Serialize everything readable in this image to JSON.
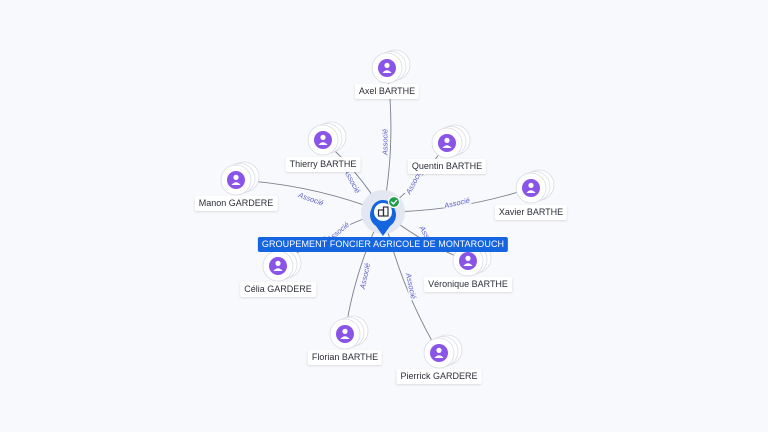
{
  "company": {
    "name": "GROUPEMENT FONCIER AGRICOLE DE MONTAROUCH",
    "icon": "building-icon",
    "status_icon": "check-badge-icon",
    "status_color": "#1e9e4a",
    "accent_color": "#1565e0"
  },
  "relation_label": "Associé",
  "person_icon": "person-icon",
  "person_color": "#8a55e6",
  "persons": [
    {
      "id": "axel",
      "name": "Axel BARTHE"
    },
    {
      "id": "thierry",
      "name": "Thierry BARTHE"
    },
    {
      "id": "quentin",
      "name": "Quentin BARTHE"
    },
    {
      "id": "manon",
      "name": "Manon GARDERE"
    },
    {
      "id": "xavier",
      "name": "Xavier BARTHE"
    },
    {
      "id": "celia",
      "name": "Célia GARDERE"
    },
    {
      "id": "veronique",
      "name": "Véronique BARTHE"
    },
    {
      "id": "florian",
      "name": "Florian BARTHE"
    },
    {
      "id": "pierrick",
      "name": "Pierrick GARDERE"
    }
  ]
}
